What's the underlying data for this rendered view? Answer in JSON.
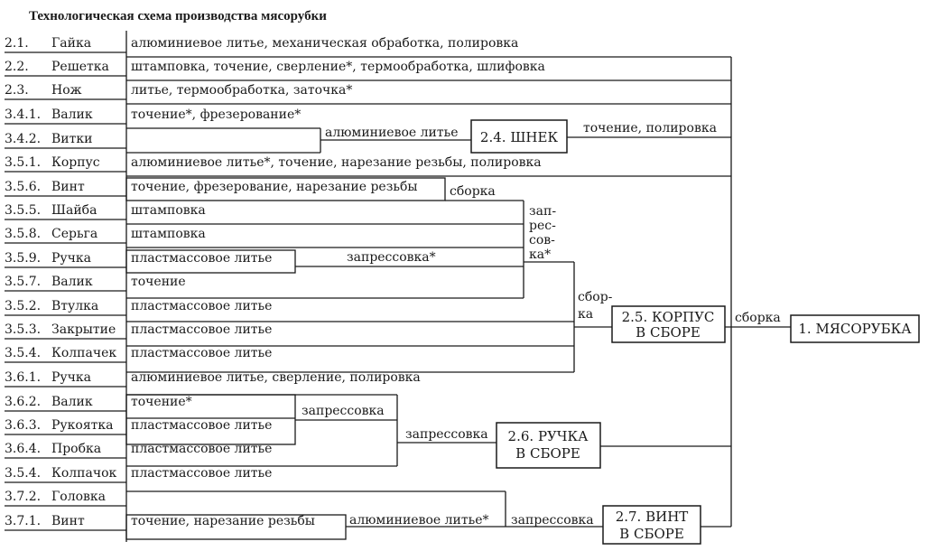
{
  "title": "Технологическая схема производства мясорубки",
  "rows": [
    {
      "code": "2.1.",
      "name": "Гайка",
      "ops": "алюминиевое литье, механическая обработка, полировка"
    },
    {
      "code": "2.2.",
      "name": "Решетка",
      "ops": "штамповка, точение, сверление*, термообработка, шлифовка"
    },
    {
      "code": "2.3.",
      "name": "Нож",
      "ops": "литье, термообработка, заточка*"
    },
    {
      "code": "3.4.1.",
      "name": "Валик",
      "ops": "точение*, фрезерование*"
    },
    {
      "code": "3.4.2.",
      "name": "Витки",
      "ops": ""
    },
    {
      "code": "3.5.1.",
      "name": "Корпус",
      "ops": "алюминиевое литье*, точение, нарезание резьбы, полировка"
    },
    {
      "code": "3.5.6.",
      "name": "Винт",
      "ops": "точение, фрезерование, нарезание резьбы"
    },
    {
      "code": "3.5.5.",
      "name": "Шайба",
      "ops": "штамповка"
    },
    {
      "code": "3.5.8.",
      "name": "Серьга",
      "ops": "штамповка"
    },
    {
      "code": "3.5.9.",
      "name": "Ручка",
      "ops": "пластмассовое литье"
    },
    {
      "code": "3.5.7.",
      "name": "Валик",
      "ops": "точение"
    },
    {
      "code": "3.5.2.",
      "name": "Втулка",
      "ops": "пластмассовое литье"
    },
    {
      "code": "3.5.3.",
      "name": "Закрытие",
      "ops": "пластмассовое литье"
    },
    {
      "code": "3.5.4.",
      "name": "Колпачек",
      "ops": "пластмассовое литье"
    },
    {
      "code": "3.6.1.",
      "name": "Ручка",
      "ops": "алюминиевое литье, сверление, полировка"
    },
    {
      "code": "3.6.2.",
      "name": "Валик",
      "ops": "точение*"
    },
    {
      "code": "3.6.3.",
      "name": "Рукоятка",
      "ops": "пластмассовое литье"
    },
    {
      "code": "3.6.4.",
      "name": "Пробка",
      "ops": "пластмассовое литье"
    },
    {
      "code": "3.5.4.",
      "name": "Колпачок",
      "ops": "пластмассовое литье"
    },
    {
      "code": "3.7.2.",
      "name": "Головка",
      "ops": ""
    },
    {
      "code": "3.7.1.",
      "name": "Винт",
      "ops": "точение, нарезание резьбы"
    }
  ],
  "boxes": {
    "shnek": "2.4. ШНЕК",
    "korpus_1": "2.5. КОРПУС",
    "korpus_2": "В СБОРЕ",
    "ruchka_1": "2.6. РУЧКА",
    "ruchka_2": "В СБОРЕ",
    "vint_1": "2.7. ВИНТ",
    "vint_2": "В СБОРЕ",
    "myasorubka": "1. МЯСОРУБКА"
  },
  "connector_labels": {
    "shnek_in": "алюминиевое литье",
    "shnek_out": "точение, полировка",
    "sborka_vint": "сборка",
    "zapressovka_ruchka": "запрессовка*",
    "zap_1": "зап-",
    "zap_2": "рес-",
    "zap_3": "сов-",
    "zap_4": "ка*",
    "sbor_1": "сбор-",
    "sbor_2": "ка",
    "sborka_final": "сборка",
    "zapressovka_valik": "запрессовка",
    "zapressovka_handle": "запрессовка",
    "alum_vint": "алюминиевое литье*",
    "zapressovka_vint": "запрессовка"
  }
}
